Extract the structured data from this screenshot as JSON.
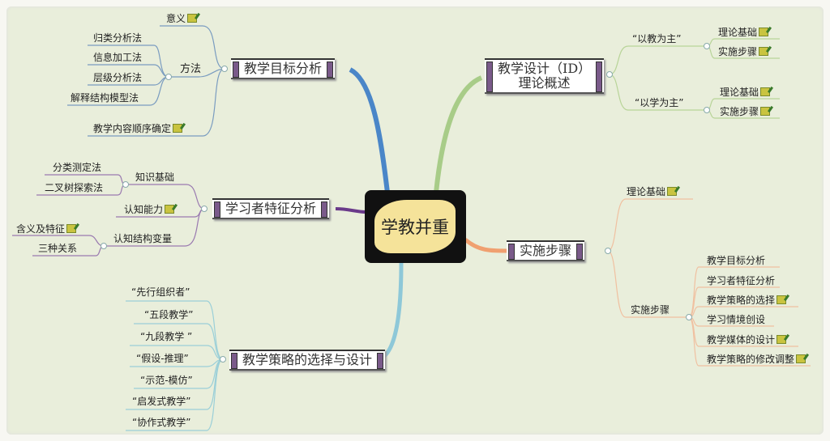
{
  "central": "学教并重",
  "branches": {
    "goal": {
      "title": "教学目标分析",
      "meaning": "意义",
      "method": "方法",
      "methods": [
        "归类分析法",
        "信息加工法",
        "层级分析法",
        "解释结构模型法"
      ],
      "order": "教学内容顺序确定",
      "color": "#4a86c8"
    },
    "learner": {
      "title": "学习者特征分析",
      "knowledge": "知识基础",
      "knowledge_items": [
        "分类测定法",
        "二叉树探索法"
      ],
      "ability": "认知能力",
      "structure": "认知结构变量",
      "structure_items": [
        "含义及特征",
        "三种关系"
      ],
      "color": "#6a3a8a"
    },
    "strategy": {
      "title": "教学策略的选择与设计",
      "items": [
        "“先行组织者”",
        "“五段教学”",
        "“九段教学 ”",
        "“假设-推理”",
        "“示范-模仿”",
        "“启发式教学”",
        "“协作式教学”"
      ],
      "color": "#8ec8d8"
    },
    "design": {
      "title_line1": "教学设计（ID）",
      "title_line2": "理论概述",
      "teach": "“以教为主”",
      "learn": "“以学为主”",
      "sub": [
        "理论基础",
        "实施步骤"
      ],
      "color": "#a8cc88"
    },
    "steps": {
      "title": "实施步骤",
      "theory": "理论基础",
      "steps_label": "实施步骤",
      "items": [
        "教学目标分析",
        "学习者特征分析",
        "教学策略的选择",
        "学习情境创设",
        "教学媒体的设计",
        "教学策略的修改调整"
      ],
      "color": "#f0a070"
    }
  }
}
